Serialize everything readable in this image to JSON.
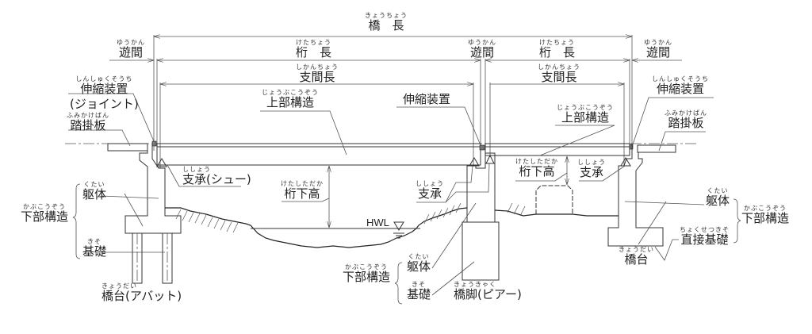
{
  "title": "橋梁各部の名称",
  "labels": {
    "bridge_length": {
      "ruby": "きょうちょう",
      "text": "橋　長"
    },
    "girder_length_left": {
      "ruby": "けたちょう",
      "text": "桁　長"
    },
    "girder_length_right": {
      "ruby": "けたちょう",
      "text": "桁　長"
    },
    "clearance_left": {
      "ruby": "ゆうかん",
      "text": "遊間"
    },
    "clearance_center": {
      "ruby": "ゆうかん",
      "text": "遊間"
    },
    "clearance_right": {
      "ruby": "ゆうかん",
      "text": "遊間"
    },
    "span_length_left": {
      "ruby": "しかんちょう",
      "text": "支間長"
    },
    "span_length_right": {
      "ruby": "しかんちょう",
      "text": "支間長"
    },
    "expansion_joint_left": {
      "ruby": "しんしゅくそうち",
      "text": "伸縮装置",
      "sub": "(ジョイント)"
    },
    "expansion_joint_center": {
      "text": "伸縮装置"
    },
    "expansion_joint_right": {
      "ruby": "しんしゅくそうち",
      "text": "伸縮装置"
    },
    "approach_slab_left": {
      "ruby": "ふみかけばん",
      "text": "踏掛板"
    },
    "approach_slab_right": {
      "ruby": "ふみかけばん",
      "text": "踏掛板"
    },
    "superstructure_left": {
      "ruby": "じょうぶこうぞう",
      "text": "上部構造"
    },
    "superstructure_right": {
      "ruby": "じょうぶこうぞう",
      "text": "上部構造"
    },
    "bearing_shoe": {
      "ruby": "ししょう",
      "text": "支承(シュー)"
    },
    "bearing_center": {
      "ruby": "ししょう",
      "text": "支承"
    },
    "bearing_right": {
      "ruby": "ししょう",
      "text": "支承"
    },
    "clearance_height_left": {
      "ruby": "けたしただか",
      "text": "桁下高"
    },
    "clearance_height_right": {
      "ruby": "けたしただか",
      "text": "桁下高"
    },
    "hwl": "HWL",
    "body_left": {
      "ruby": "くたい",
      "text": "躯体"
    },
    "body_center": {
      "ruby": "くたい",
      "text": "躯体"
    },
    "body_right": {
      "ruby": "くたい",
      "text": "躯体"
    },
    "foundation_left": {
      "ruby": "きそ",
      "text": "基礎"
    },
    "foundation_center": {
      "ruby": "きそ",
      "text": "基礎"
    },
    "spread_foundation": {
      "ruby": "ちょくせつきそ",
      "text": "直接基礎"
    },
    "substructure_left": {
      "ruby": "かぶこうぞう",
      "text": "下部構造"
    },
    "substructure_center": {
      "ruby": "かぶこうぞう",
      "text": "下部構造"
    },
    "substructure_right": {
      "ruby": "かぶこうぞう",
      "text": "下部構造"
    },
    "abutment_left": {
      "ruby": "きょうだい",
      "text": "橋台(アバット)"
    },
    "abutment_right": {
      "ruby": "きょうだい",
      "text": "橋台"
    },
    "pier": {
      "ruby": "きょうきゃく",
      "text": "橋脚(ピアー)"
    }
  }
}
